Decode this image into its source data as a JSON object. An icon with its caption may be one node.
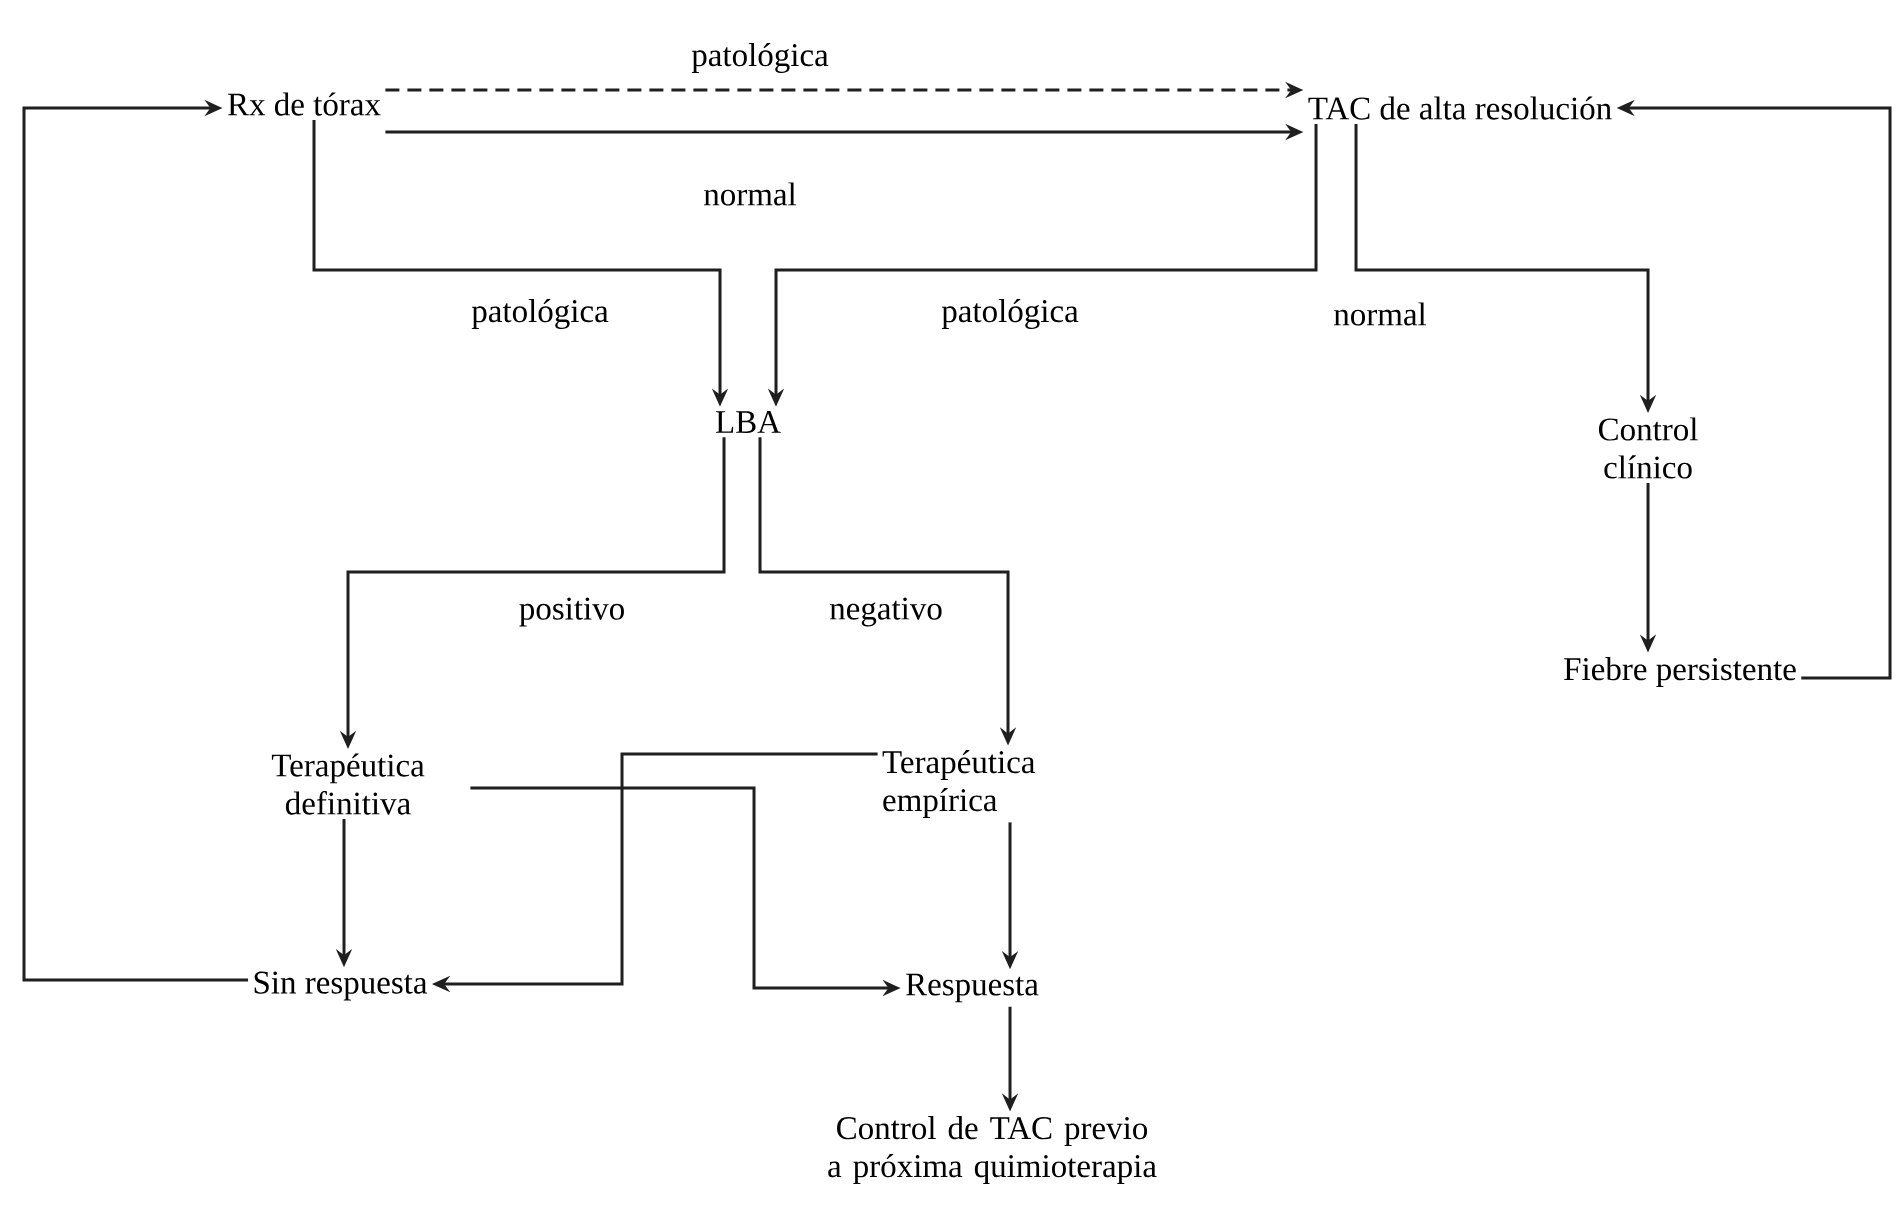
{
  "diagram": {
    "nodes": [
      {
        "text": [
          "Rx de tórax"
        ]
      },
      {
        "text": [
          "TAC de alta resolución"
        ]
      },
      {
        "text": [
          "LBA"
        ]
      },
      {
        "text": [
          "Control clínico"
        ]
      },
      {
        "text": [
          "Fiebre persistente"
        ]
      },
      {
        "text": [
          "Terapéutica definitiva"
        ]
      },
      {
        "text": [
          "Terapéutica empírica"
        ]
      },
      {
        "text": [
          "Sin respuesta"
        ]
      },
      {
        "text": [
          "Respuesta"
        ]
      },
      {
        "text": [
          "Control de TAC previo a próxima quimioterapia"
        ]
      }
    ],
    "edges": [
      {
        "from": 0,
        "to": 1,
        "arrow": "to",
        "label": "patológica",
        "style": "dashed"
      },
      {
        "from": 0,
        "to": 1,
        "arrow": "to",
        "label": "normal"
      },
      {
        "from": 0,
        "to": 2,
        "arrow": "to",
        "label": "patológica"
      },
      {
        "from": 1,
        "to": 2,
        "arrow": "to",
        "label": "patológica"
      },
      {
        "from": 1,
        "to": 3,
        "arrow": "to",
        "label": "normal"
      },
      {
        "from": 3,
        "to": 4,
        "arrow": "to"
      },
      {
        "from": 4,
        "to": 1,
        "arrow": "to"
      },
      {
        "from": 2,
        "to": 5,
        "arrow": "to",
        "label": "positivo"
      },
      {
        "from": 2,
        "to": 6,
        "arrow": "to",
        "label": "negativo"
      },
      {
        "from": 5,
        "to": 7,
        "arrow": "to"
      },
      {
        "from": 6,
        "to": 8,
        "arrow": "to"
      },
      {
        "from": 5,
        "to": 8,
        "arrow": "to"
      },
      {
        "from": 6,
        "to": 7,
        "arrow": "to"
      },
      {
        "from": 7,
        "to": 0,
        "arrow": "to"
      },
      {
        "from": 8,
        "to": 9,
        "arrow": "to"
      }
    ]
  }
}
